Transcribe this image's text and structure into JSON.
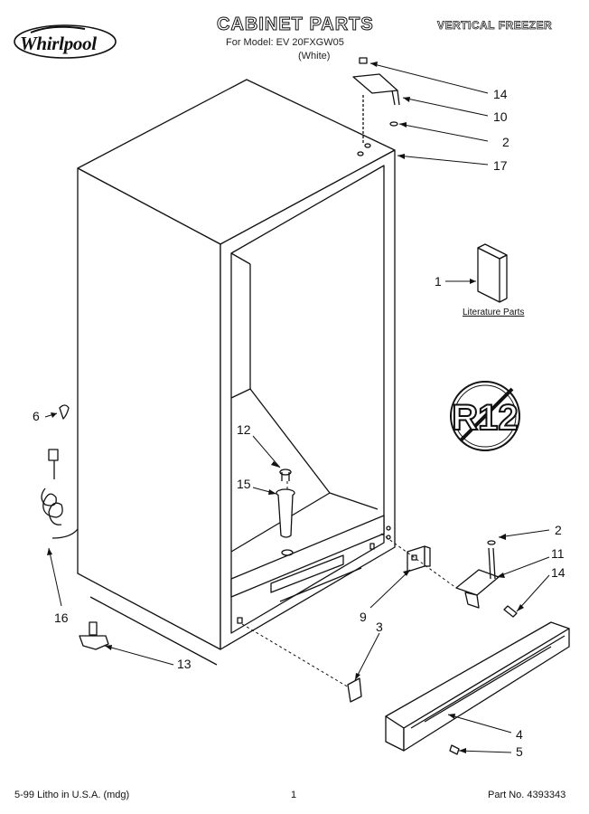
{
  "header": {
    "brand": "Whirlpool",
    "title": "CABINET PARTS",
    "model_line": "For Model: EV 20FXGW05",
    "color_line": "(White)",
    "category": "VERTICAL FREEZER"
  },
  "callouts": [
    {
      "id": "c14a",
      "label": "14"
    },
    {
      "id": "c10",
      "label": "10"
    },
    {
      "id": "c2a",
      "label": "2"
    },
    {
      "id": "c17",
      "label": "17"
    },
    {
      "id": "c1",
      "label": "1"
    },
    {
      "id": "c6",
      "label": "6"
    },
    {
      "id": "c12",
      "label": "12"
    },
    {
      "id": "c15",
      "label": "15"
    },
    {
      "id": "c2b",
      "label": "2"
    },
    {
      "id": "c11",
      "label": "11"
    },
    {
      "id": "c14b",
      "label": "14"
    },
    {
      "id": "c9",
      "label": "9"
    },
    {
      "id": "c3",
      "label": "3"
    },
    {
      "id": "c16",
      "label": "16"
    },
    {
      "id": "c13",
      "label": "13"
    },
    {
      "id": "c4",
      "label": "4"
    },
    {
      "id": "c5",
      "label": "5"
    }
  ],
  "literature_label": "Literature Parts",
  "badge_text": "R12",
  "footer": {
    "left": "5-99 Litho in U.S.A. (mdg)",
    "center": "1",
    "right": "Part No. 4393343"
  }
}
